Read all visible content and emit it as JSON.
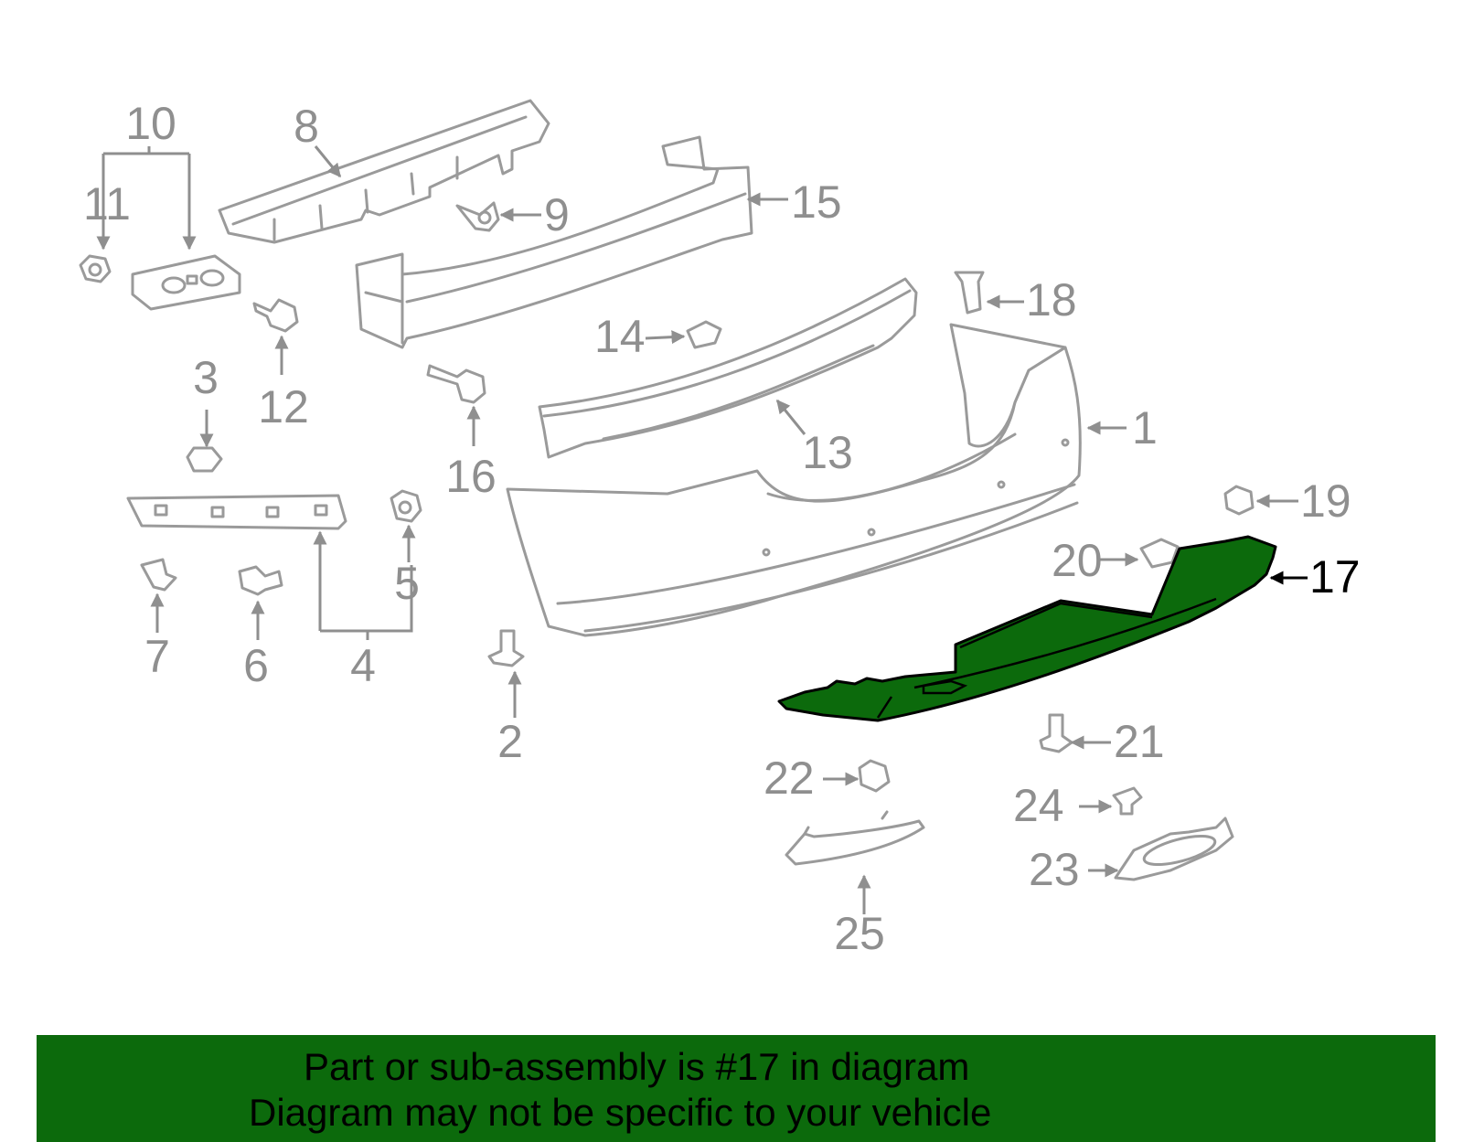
{
  "diagram": {
    "highlight_color": "#0c6a0c",
    "highlighted_part": "17",
    "callouts": [
      {
        "id": "1",
        "label": "1"
      },
      {
        "id": "2",
        "label": "2"
      },
      {
        "id": "3",
        "label": "3"
      },
      {
        "id": "4",
        "label": "4"
      },
      {
        "id": "5",
        "label": "5"
      },
      {
        "id": "6",
        "label": "6"
      },
      {
        "id": "7",
        "label": "7"
      },
      {
        "id": "8",
        "label": "8"
      },
      {
        "id": "9",
        "label": "9"
      },
      {
        "id": "10",
        "label": "10"
      },
      {
        "id": "11",
        "label": "11"
      },
      {
        "id": "12",
        "label": "12"
      },
      {
        "id": "13",
        "label": "13"
      },
      {
        "id": "14",
        "label": "14"
      },
      {
        "id": "15",
        "label": "15"
      },
      {
        "id": "16",
        "label": "16"
      },
      {
        "id": "17",
        "label": "17"
      },
      {
        "id": "18",
        "label": "18"
      },
      {
        "id": "19",
        "label": "19"
      },
      {
        "id": "20",
        "label": "20"
      },
      {
        "id": "21",
        "label": "21"
      },
      {
        "id": "22",
        "label": "22"
      },
      {
        "id": "23",
        "label": "23"
      },
      {
        "id": "24",
        "label": "24"
      },
      {
        "id": "25",
        "label": "25"
      }
    ]
  },
  "banner": {
    "background": "#0c6a0c",
    "line1": "Part or sub-assembly is #17 in diagram",
    "line2": "Diagram may not be specific to your vehicle"
  }
}
